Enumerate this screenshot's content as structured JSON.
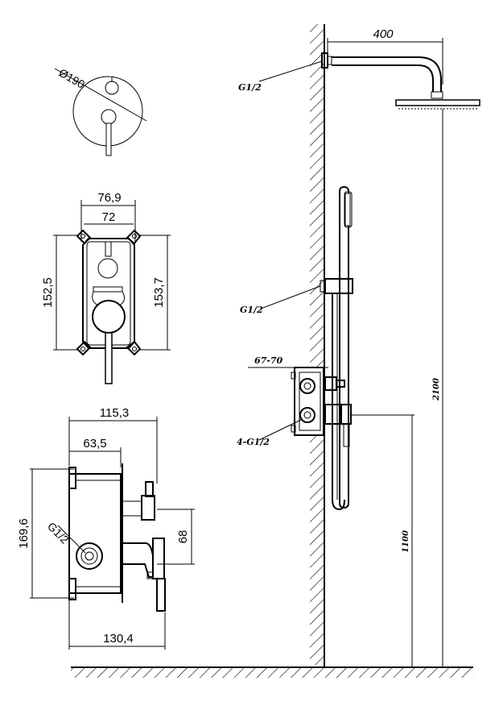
{
  "dimensions": {
    "plate_diameter": "Ø190",
    "box_outer_width": "76,9",
    "box_inner_width": "72",
    "box_height_left": "152,5",
    "box_height_right": "153,7",
    "side_depth_total": "115,3",
    "side_depth_body": "63,5",
    "side_height": "169,6",
    "side_outlet_spacing": "68",
    "side_bottom_depth": "130,4",
    "arm_length": "400",
    "total_height": "2100",
    "mixer_height": "1100"
  },
  "notes": {
    "thread_arm": "G1/2",
    "thread_slide": "G1/2",
    "thread_side": "G1/2",
    "wall_range": "67-70",
    "inlets": "4-G1/2"
  }
}
